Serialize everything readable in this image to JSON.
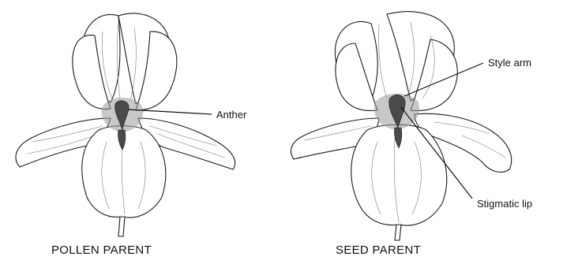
{
  "flowers": [
    {
      "caption": "POLLEN PARENT",
      "labels": [
        "Anther"
      ]
    },
    {
      "caption": "SEED PARENT",
      "labels": [
        "Style arm",
        "Stigmatic lip"
      ]
    }
  ]
}
